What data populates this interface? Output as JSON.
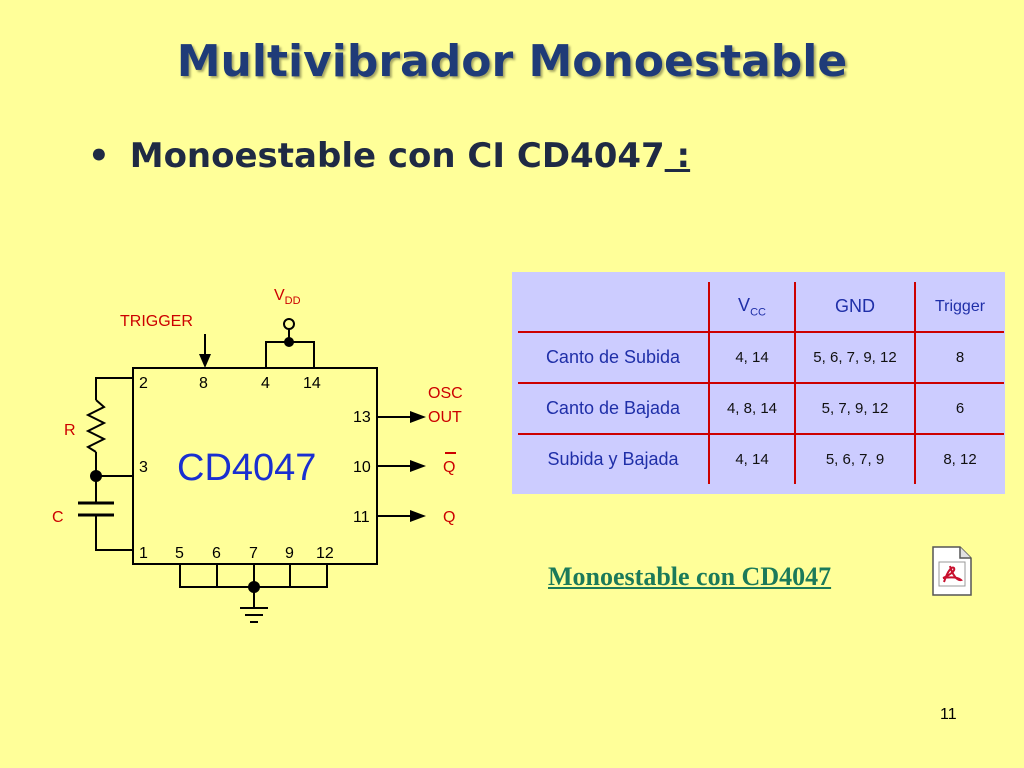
{
  "title": "Multivibrador Monoestable",
  "bullet": {
    "text": "Monoestable con CI CD4047",
    "suffix": " :"
  },
  "circuit": {
    "chip_label": "CD4047",
    "trigger_label": "TRIGGER",
    "vdd_label": "V",
    "vdd_sub": "DD",
    "r_label": "R",
    "c_label": "C",
    "osc_label_1": "OSC",
    "osc_label_2": "OUT",
    "qbar_label": "Q",
    "q_label": "Q",
    "pins_top": [
      "2",
      "8",
      "4",
      "14"
    ],
    "pins_left": [
      "3"
    ],
    "pins_right": [
      "13",
      "10",
      "11"
    ],
    "pins_bottom": [
      "1",
      "5",
      "6",
      "7",
      "9",
      "12"
    ]
  },
  "pin_table": {
    "headers": {
      "vcc": "V",
      "vcc_sub": "CC",
      "gnd": "GND",
      "trigger": "Trigger"
    },
    "rows": [
      {
        "label": "Canto de Subida",
        "vcc": "4, 14",
        "gnd": "5, 6, 7, 9, 12",
        "trigger": "8"
      },
      {
        "label": "Canto de Bajada",
        "vcc": "4, 8, 14",
        "gnd": "5, 7, 9, 12",
        "trigger": "6"
      },
      {
        "label": "Subida y Bajada",
        "vcc": "4, 14",
        "gnd": "5, 6, 7, 9",
        "trigger": "8, 12"
      }
    ]
  },
  "link": {
    "text": "Monoestable con CD4047",
    "icon": "pdf-document-icon"
  },
  "page_number": "11",
  "colors": {
    "background": "#ffff99",
    "title": "#1f3b78",
    "table_bg": "#ccccff",
    "table_border": "#cc0000",
    "chip_label": "#1a2fd0",
    "labels": "#cc0000",
    "link": "#1b7a5a"
  }
}
